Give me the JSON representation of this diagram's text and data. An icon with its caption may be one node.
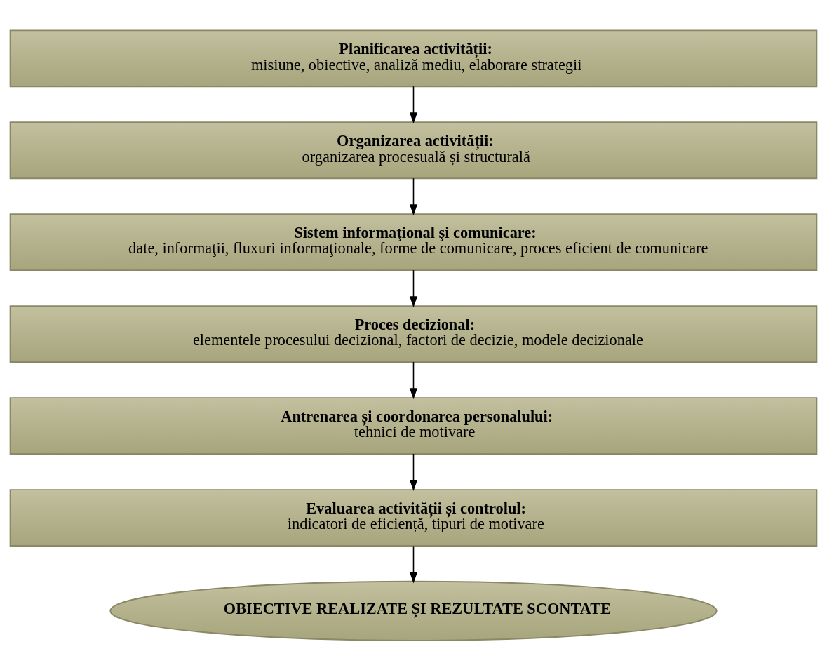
{
  "diagram": {
    "nodes": [
      {
        "text": [
          "Planificarea activității:",
          "misiune, obiective, analiză mediu, elaborare strategii"
        ]
      },
      {
        "text": [
          "Organizarea activității:",
          "organizarea procesuală și structurală"
        ]
      },
      {
        "text": [
          "Sistem informaţional şi comunicare:",
          "date, informaţii, fluxuri informaţionale, forme de comunicare, proces eficient de comunicare"
        ]
      },
      {
        "text": [
          "Proces decizional:",
          "elementele procesului decizional, factori de decizie, modele decizionale"
        ]
      },
      {
        "text": [
          "Antrenarea și coordonarea personalului:",
          "tehnici de motivare"
        ]
      },
      {
        "text": [
          "Evaluarea activității și controlul:",
          "indicatori de eficiență, tipuri de motivare"
        ]
      },
      {
        "text": [
          "OBIECTIVE REALIZATE ȘI REZULTATE SCONTATE"
        ]
      }
    ],
    "edges": [
      {
        "from": 0,
        "to": 1,
        "arrow": "to"
      },
      {
        "from": 1,
        "to": 2,
        "arrow": "to"
      },
      {
        "from": 2,
        "to": 3,
        "arrow": "to"
      },
      {
        "from": 3,
        "to": 4,
        "arrow": "to"
      },
      {
        "from": 4,
        "to": 5,
        "arrow": "to"
      },
      {
        "from": 5,
        "to": 6,
        "arrow": "to"
      }
    ]
  }
}
